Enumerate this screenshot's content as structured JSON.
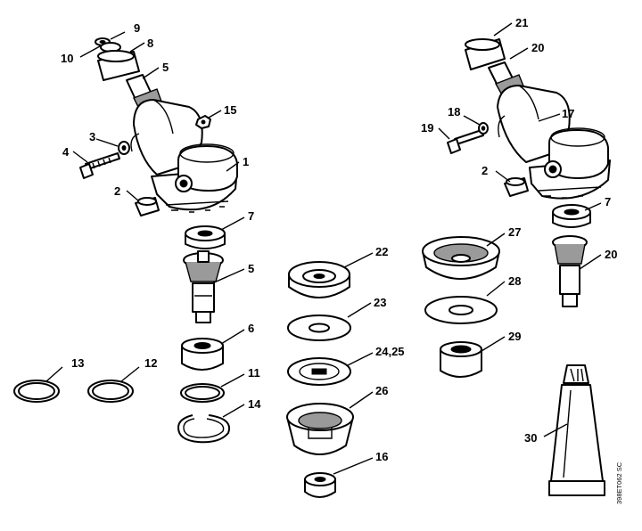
{
  "callouts": {
    "c1": "1",
    "c2a": "2",
    "c2b": "2",
    "c3": "3",
    "c4": "4",
    "c5a": "5",
    "c5b": "5",
    "c6": "6",
    "c7a": "7",
    "c7b": "7",
    "c8": "8",
    "c9": "9",
    "c10": "10",
    "c11": "11",
    "c12": "12",
    "c13": "13",
    "c14": "14",
    "c15": "15",
    "c16": "16",
    "c17": "17",
    "c18": "18",
    "c19": "19",
    "c20a": "20",
    "c20b": "20",
    "c21": "21",
    "c22": "22",
    "c23": "23",
    "c24": "24,25",
    "c26": "26",
    "c27": "27",
    "c28": "28",
    "c29": "29",
    "c30": "30"
  },
  "drawing_code": "398ET062 SC"
}
